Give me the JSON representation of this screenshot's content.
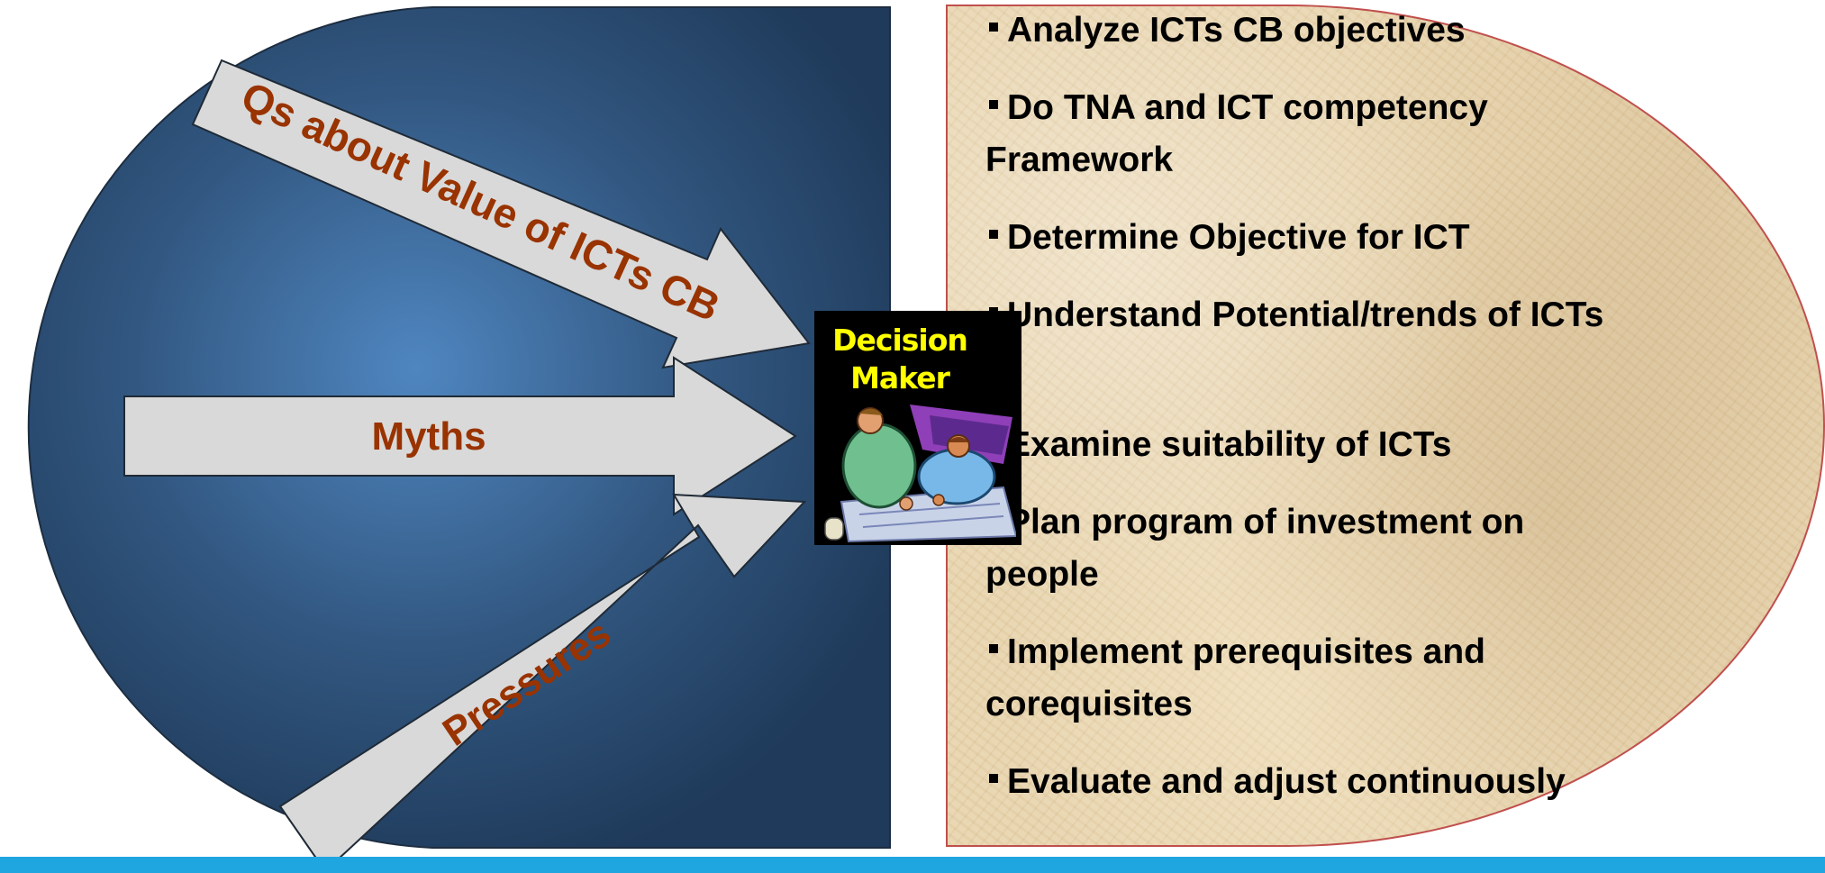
{
  "colors": {
    "circle_dark": "#1f3a5a",
    "circle_light": "#4f86c0",
    "arrow_fill": "#d9d9d9",
    "arrow_text": "#993300",
    "panel_border": "#c0504d",
    "panel_fill": "#e8d4ad",
    "bottom_bar": "#1fa6e0",
    "decision_label": "#ffff00"
  },
  "arrows": {
    "top": {
      "label": "Qs about Value of ICTs CB"
    },
    "middle": {
      "label": "Myths"
    },
    "bottom": {
      "label": "Pressures"
    }
  },
  "decision_maker": {
    "label_line1": "Decision",
    "label_line2": "Maker",
    "icon": "people-planning-clipart-icon"
  },
  "steps": [
    {
      "marker": "square-bullet-icon",
      "text": "Analyze ICTs CB objectives"
    },
    {
      "marker": "square-bullet-icon",
      "text": "Do TNA and ICT competency Framework"
    },
    {
      "marker": "square-bullet-icon",
      "text": "Determine Objective for ICT"
    },
    {
      "marker": "square-bullet-icon",
      "text": "Understand Potential/trends of ICTs"
    },
    {
      "marker": "square-bullet-icon",
      "text": "Examine suitability of ICTs"
    },
    {
      "marker": "square-bullet-icon",
      "text": "Plan program of investment on people"
    },
    {
      "marker": "square-bullet-icon",
      "text": "Implement prerequisites and corequisites"
    },
    {
      "marker": "square-bullet-icon",
      "text": "Evaluate and adjust continuously"
    }
  ]
}
